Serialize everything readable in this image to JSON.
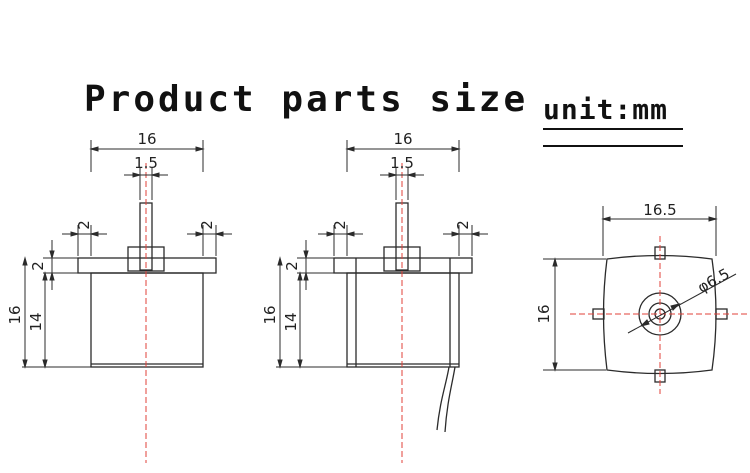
{
  "title": "Product parts size",
  "unit_label": "unit:mm",
  "colors": {
    "line": "#2b2b2b",
    "centerline": "#e0413a"
  },
  "front_view": {
    "dims": {
      "width": "16",
      "shaft": "1.5",
      "tab_left": "2",
      "tab_right": "2",
      "flange": "2",
      "total_height": "16",
      "body_height": "14"
    }
  },
  "side_view": {
    "dims": {
      "width": "16",
      "shaft": "1.5",
      "tab_left": "2",
      "tab_right": "2",
      "flange": "2",
      "total_height": "16",
      "body_height": "14"
    }
  },
  "top_view": {
    "dims": {
      "width": "16.5",
      "height": "16",
      "diameter": "φ6.5"
    }
  }
}
